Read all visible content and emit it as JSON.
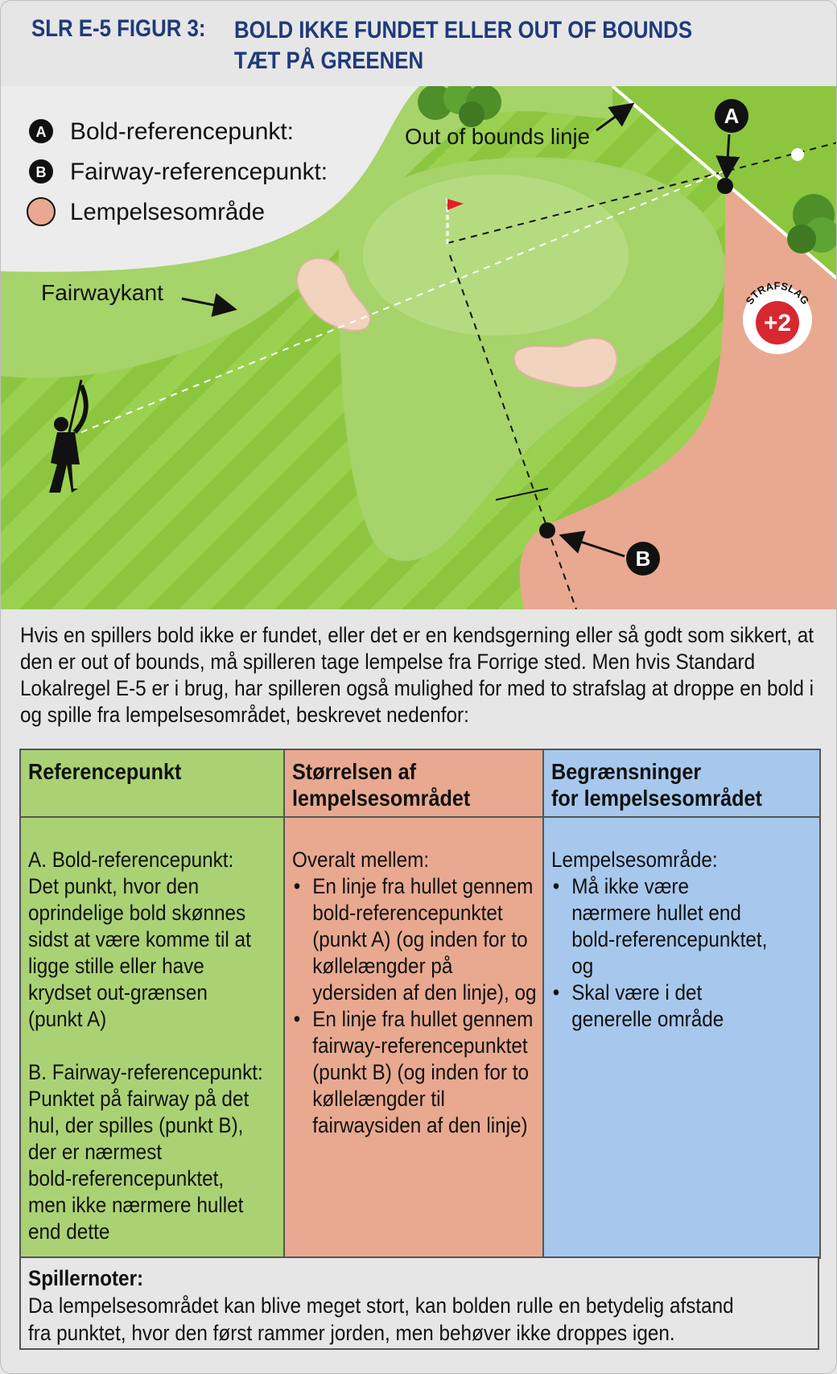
{
  "header": {
    "fig_label": "SLR E-5 FIGUR 3:",
    "title_line1": "BOLD IKKE FUNDET ELLER OUT OF BOUNDS",
    "title_line2": "TÆT PÅ GREENEN"
  },
  "illustration": {
    "legend": [
      {
        "marker": "A",
        "label": "Bold-referencepunkt:"
      },
      {
        "marker": "B",
        "label": "Fairway-referencepunkt:"
      },
      {
        "marker": "",
        "label": "Lempelsesområde"
      }
    ],
    "labels": {
      "oob_line": "Out of bounds linje",
      "fairway_edge": "Fairwaykant",
      "point_a": "A",
      "point_b": "B",
      "penalty_word": "STRAFSLAG",
      "penalty_value": "+2"
    },
    "colors": {
      "rough": "#8cc63f",
      "fairway_light": "#a6d36a",
      "green": "#b5db80",
      "relief_area": "#e8a990",
      "bunker": "#f2d3be",
      "penalty_red": "#d7282f",
      "title_blue": "#1f3a7a"
    }
  },
  "intro_text": "Hvis en spillers bold ikke er fundet, eller det er en kendsgerning eller så godt som sikkert, at den er out of bounds, må spilleren tage lempelse fra Forrige sted. Men hvis Standard Lokalregel E-5 er i brug, har spilleren også mulighed for med to strafslag at droppe en bold i og spille fra lempelsesområdet, beskrevet nedenfor:",
  "table": {
    "headers": [
      {
        "line1": "Referencepunkt",
        "line2": ""
      },
      {
        "line1": "Størrelsen af",
        "line2": "lempelsesområdet"
      },
      {
        "line1": "Begrænsninger",
        "line2": "for lempelsesområdet"
      }
    ],
    "col1": {
      "a_lines": [
        "A. Bold-referencepunkt:",
        "Det punkt, hvor den",
        "oprindelige bold skønnes",
        "sidst at være komme til at",
        "ligge stille eller have",
        "krydset out-grænsen",
        "(punkt A)"
      ],
      "b_lines": [
        "B. Fairway-referencepunkt:",
        "Punktet på fairway på det",
        "hul, der spilles (punkt B),",
        "der er nærmest",
        "bold-referencepunktet,",
        "men ikke nærmere hullet",
        "end dette"
      ]
    },
    "col2": {
      "intro": "Overalt mellem:",
      "bullet1": [
        "En linje fra hullet gennem",
        "bold-referencepunktet",
        "(punkt A) (og inden for to",
        "køllelængder på",
        "ydersiden af den linje), og"
      ],
      "bullet2": [
        "En linje fra hullet gennem",
        "fairway-referencepunktet",
        "(punkt B) (og inden for to",
        "køllelængder til",
        "fairwaysiden af den linje)"
      ]
    },
    "col3": {
      "intro": "Lempelsesområde:",
      "bullet1": [
        "Må ikke være",
        "nærmere hullet end",
        "bold-referencepunktet,",
        "og"
      ],
      "bullet2": [
        "Skal være i det",
        "generelle område"
      ]
    }
  },
  "notes": {
    "title": "Spillernoter:",
    "line1": "Da lempelsesområdet kan blive meget stort, kan bolden rulle en betydelig afstand",
    "line2": "fra punktet, hvor den først rammer jorden, men behøver ikke droppes igen."
  }
}
